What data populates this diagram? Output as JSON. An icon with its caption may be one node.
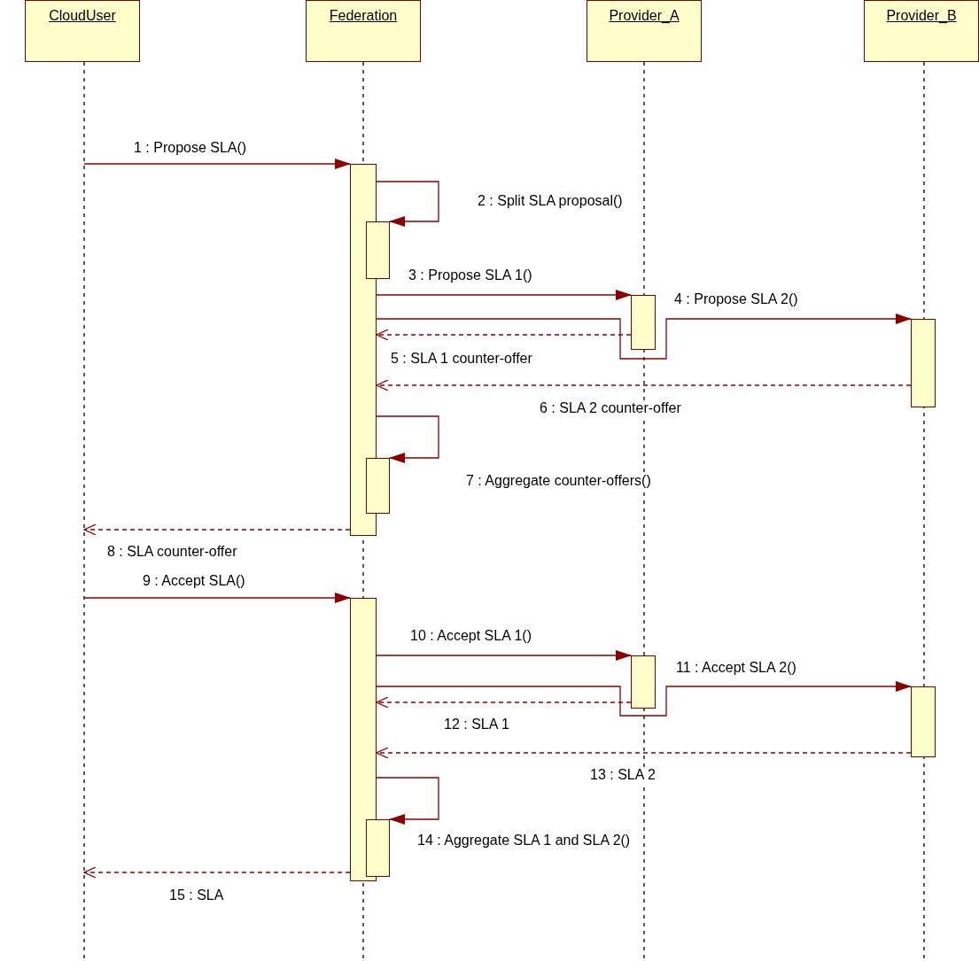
{
  "diagram": {
    "nodes": [
      {
        "text": [
          "CloudUser"
        ]
      },
      {
        "text": [
          "Federation"
        ]
      },
      {
        "text": [
          "Provider_A"
        ]
      },
      {
        "text": [
          "Provider_B"
        ]
      },
      {
        "text": [],
        "shape": "bar"
      },
      {
        "text": [],
        "shape": "bar"
      },
      {
        "text": [],
        "shape": "bar"
      },
      {
        "text": [],
        "shape": "bar"
      },
      {
        "text": [],
        "shape": "bar"
      },
      {
        "text": [],
        "shape": "bar"
      },
      {
        "text": [],
        "shape": "bar"
      },
      {
        "text": [],
        "shape": "bar"
      },
      {
        "text": [],
        "shape": "bar"
      }
    ],
    "edges": [
      {
        "from": null,
        "to": 4,
        "arrow": "to",
        "label": "1 : Propose SLA()"
      },
      {
        "from": 4,
        "to": 5,
        "arrow": "to",
        "label": "2 : Split SLA proposal()"
      },
      {
        "from": 4,
        "to": 6,
        "arrow": "to",
        "label": "3 : Propose SLA 1()"
      },
      {
        "from": 4,
        "to": 7,
        "arrow": "to",
        "label": "4 : Propose SLA 2()"
      },
      {
        "from": 6,
        "to": 4,
        "arrow": "to",
        "label": "5 : SLA 1 counter-offer",
        "style": "dashed"
      },
      {
        "from": 7,
        "to": 4,
        "arrow": "to",
        "label": "6 : SLA 2 counter-offer",
        "style": "dashed"
      },
      {
        "from": 4,
        "to": 8,
        "arrow": "to",
        "label": "7 : Aggregate counter-offers()"
      },
      {
        "from": 4,
        "to": null,
        "arrow": "to",
        "label": "8 : SLA counter-offer",
        "style": "dashed"
      },
      {
        "from": null,
        "to": 9,
        "arrow": "to",
        "label": "9 : Accept SLA()"
      },
      {
        "from": 9,
        "to": 11,
        "arrow": "to",
        "label": "10 : Accept SLA 1()"
      },
      {
        "from": 9,
        "to": 12,
        "arrow": "to",
        "label": "11 : Accept SLA 2()"
      },
      {
        "from": 11,
        "to": 9,
        "arrow": "to",
        "label": "12 : SLA 1",
        "style": "dashed"
      },
      {
        "from": 12,
        "to": 9,
        "arrow": "to",
        "label": "13 : SLA 2",
        "style": "dashed"
      },
      {
        "from": 9,
        "to": 10,
        "arrow": "to",
        "label": "14 : Aggregate SLA 1 and SLA 2()"
      },
      {
        "from": 9,
        "to": null,
        "arrow": "to",
        "label": "15 : SLA",
        "style": "dashed"
      }
    ]
  }
}
